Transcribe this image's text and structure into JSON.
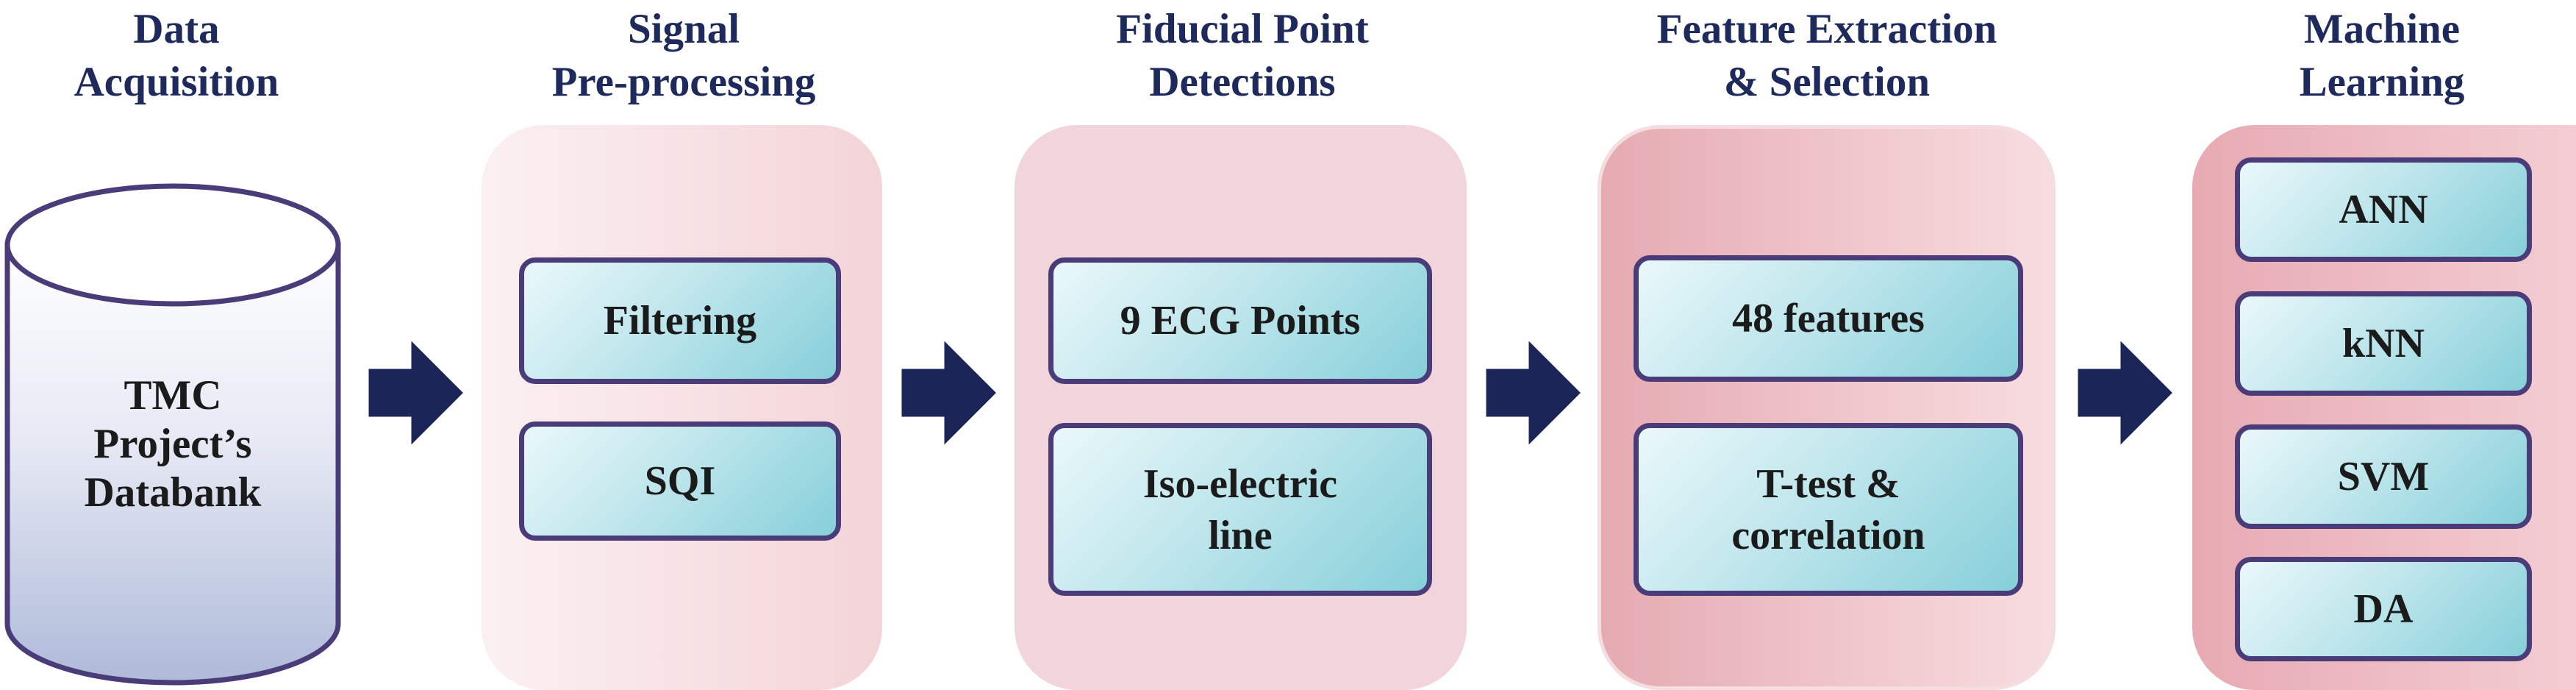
{
  "stages": [
    {
      "title_lines": [
        "Data",
        "Acquisition"
      ]
    },
    {
      "title_lines": [
        "Signal",
        "Pre-processing"
      ],
      "boxes": [
        [
          "Filtering"
        ],
        [
          "SQI"
        ]
      ]
    },
    {
      "title_lines": [
        "Fiducial Point",
        "Detections"
      ],
      "boxes": [
        [
          "9 ECG Points"
        ],
        [
          "Iso-electric",
          "line"
        ]
      ]
    },
    {
      "title_lines": [
        "Feature Extraction",
        "& Selection"
      ],
      "boxes": [
        [
          "48 features"
        ],
        [
          "T-test &",
          "correlation"
        ]
      ]
    },
    {
      "title_lines": [
        "Machine",
        "Learning"
      ],
      "boxes": [
        [
          "ANN"
        ],
        [
          "kNN"
        ],
        [
          "SVM"
        ],
        [
          "DA"
        ]
      ]
    }
  ],
  "database": {
    "lines": [
      "TMC",
      "Project’s",
      "Databank"
    ]
  },
  "colors": {
    "title": "#1f2a5c",
    "arrow": "#1c2557",
    "box_border": "#4a3c78",
    "cylinder_border": "#4a3c78"
  }
}
